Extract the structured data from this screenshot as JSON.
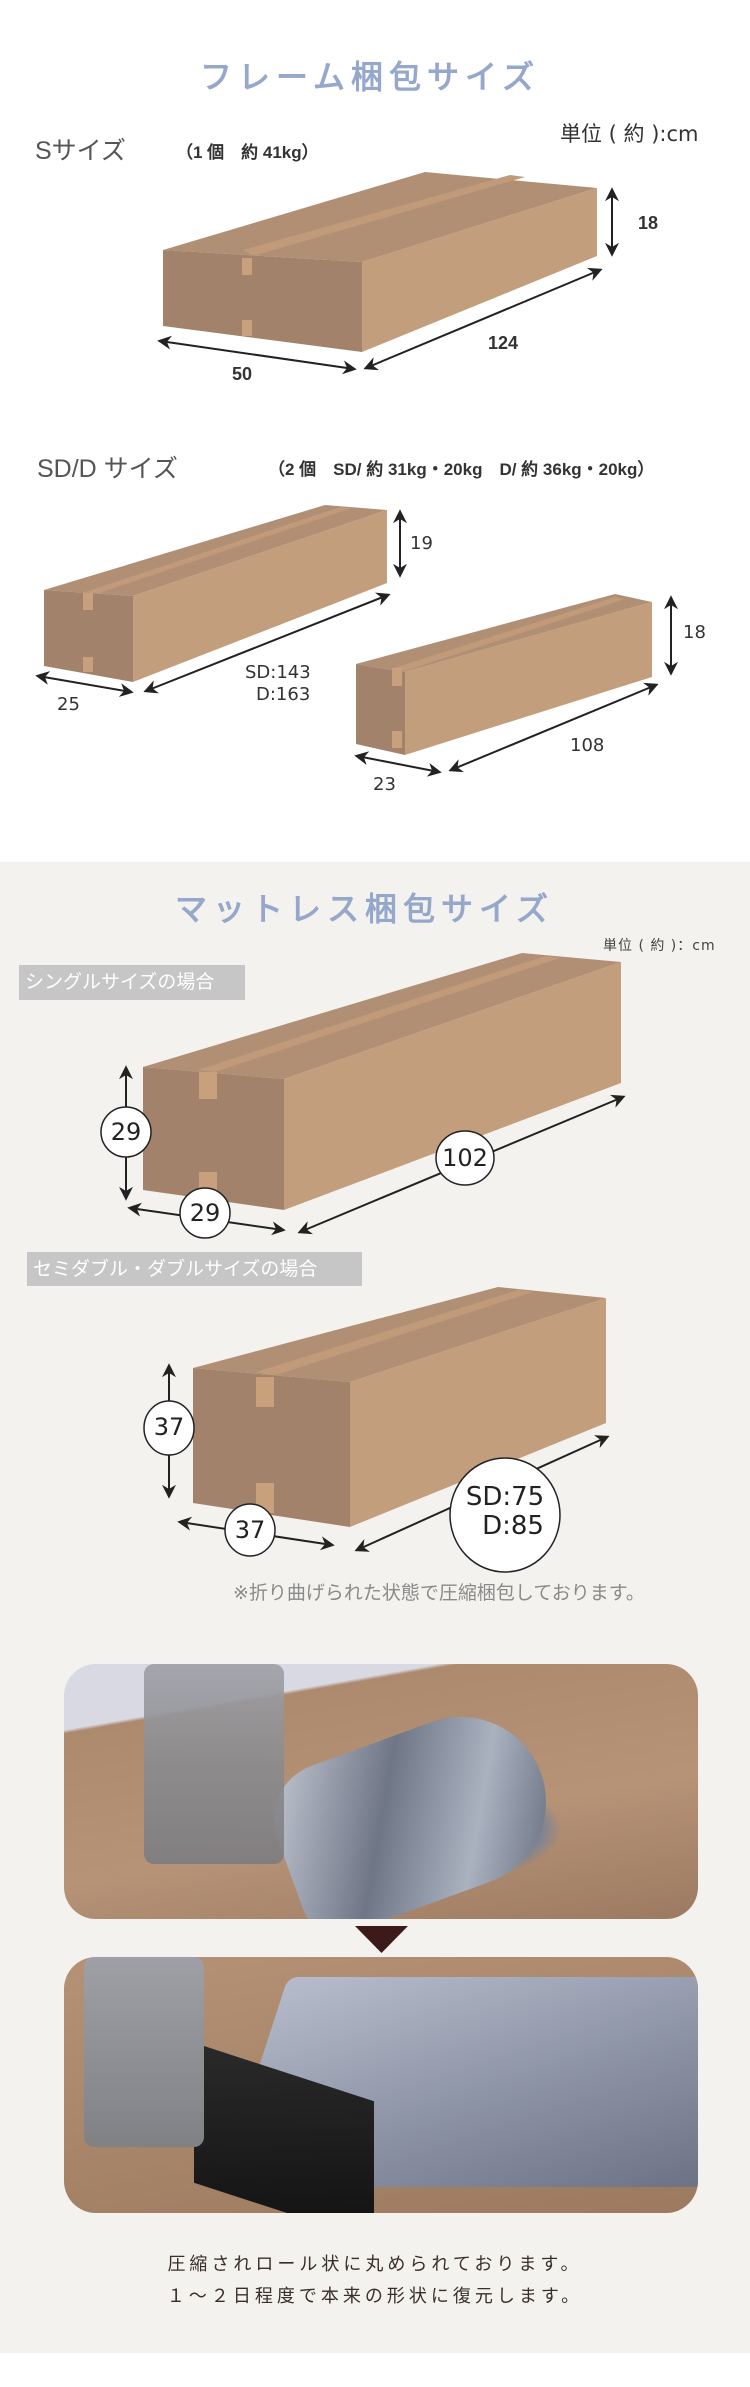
{
  "frame_section": {
    "title": "フレーム梱包サイズ",
    "unit": "単位 ( 約 ):cm",
    "s_size": {
      "label": "Sサイズ",
      "weight": "（1 個　約 41kg）",
      "dims": {
        "width": "50",
        "length": "124",
        "height": "18"
      }
    },
    "sd_d_size": {
      "label": "SD/D サイズ",
      "weight": "（2 個　SD/ 約 31kg・20kg　D/ 約 36kg・20kg）",
      "box1": {
        "width": "25",
        "length_sd": "SD:143",
        "length_d": "D:163",
        "height": "19"
      },
      "box2": {
        "width": "23",
        "length": "108",
        "height": "18"
      }
    }
  },
  "mattress_section": {
    "title": "マットレス梱包サイズ",
    "unit": "単位 ( 約 )：cm",
    "single": {
      "label": "シングルサイズの場合",
      "dims": {
        "width": "29",
        "length": "102",
        "height": "29"
      }
    },
    "sd_d": {
      "label": "セミダブル・ダブルサイズの場合",
      "dims": {
        "width": "37",
        "length_sd": "SD:75",
        "length_d": "D:85",
        "height": "37"
      }
    },
    "note": "※折り曲げられた状態で圧縮梱包しております。"
  },
  "photos": {
    "photo1": "rolled-compressed-mattress-photo",
    "photo2": "unrolled-mattress-photo",
    "arrow": "down-arrow"
  },
  "caption": {
    "line1": "圧縮されロール状に丸められております。",
    "line2": "１～２日程度で本来の形状に復元します。"
  },
  "colors": {
    "title": "#95a8cb",
    "box_front": "#a3826b",
    "box_top": "#b08f74",
    "box_side": "#c29e7d",
    "tape": "#c9a07c",
    "background_band": "#f3f2ee",
    "label_bg": "#c6c6c6",
    "arrow": "#3d1a1a"
  }
}
